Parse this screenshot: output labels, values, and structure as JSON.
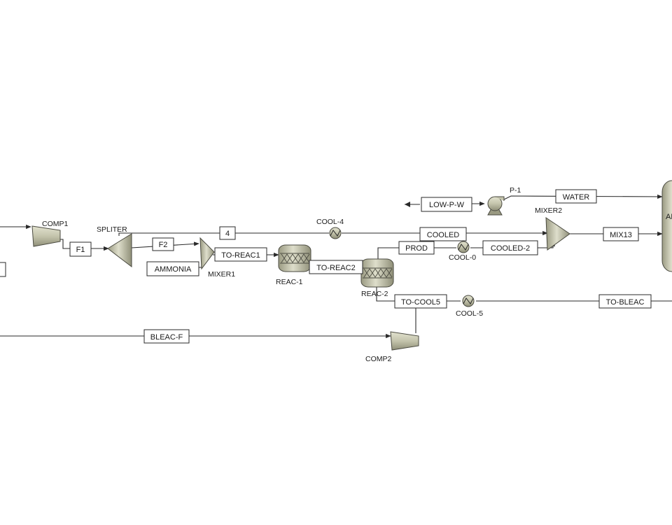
{
  "colors": {
    "line": "#2a2a2a",
    "equipment_fill": "#c9c9b2",
    "equipment_dark": "#8f8f78",
    "background": "#ffffff"
  },
  "blocks": {
    "comp1": "COMP1",
    "spliter": "SPLITER",
    "mixer1": "MIXER1",
    "reac1": "REAC-1",
    "reac2": "REAC-2",
    "cool4": "COOL-4",
    "cool0": "COOL-0",
    "cool5": "COOL-5",
    "p1": "P-1",
    "mixer2": "MIXER2",
    "comp2": "COMP2",
    "absorber": "AB"
  },
  "streams": {
    "f1": "F1",
    "f2": "F2",
    "s4": "4",
    "ammonia": "AMMONIA",
    "to_reac1": "TO-REAC1",
    "to_reac2": "TO-REAC2",
    "low_p_w": "LOW-P-W",
    "water": "WATER",
    "cooled": "COOLED",
    "prod": "PROD",
    "cooled2": "COOLED-2",
    "mix13": "MIX13",
    "to_cool5": "TO-COOL5",
    "to_bleac": "TO-BLEAC",
    "bleac_f": "BLEAC-F"
  }
}
